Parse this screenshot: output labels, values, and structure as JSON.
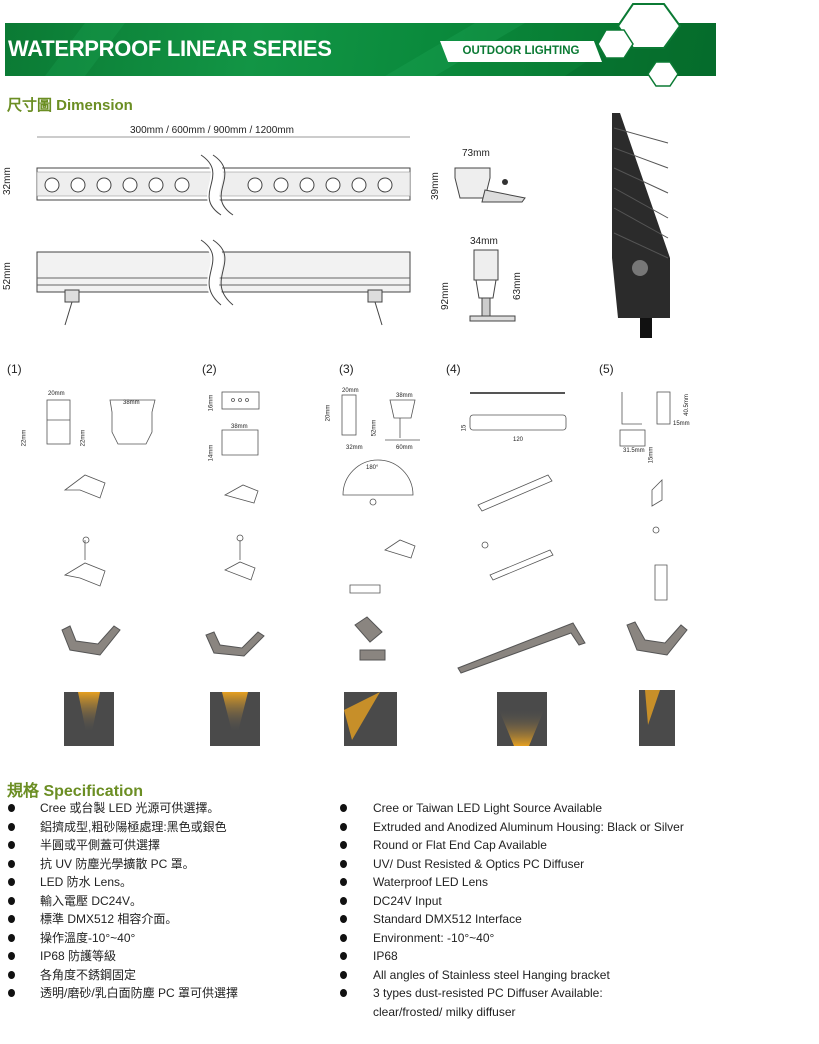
{
  "header": {
    "title": "WATERPROOF LINEAR SERIES",
    "tag": "OUTDOOR LIGHTING",
    "colors": {
      "green": "#0b7a34",
      "section": "#6b8e23"
    }
  },
  "dimension": {
    "heading": "尺寸圖 Dimension",
    "length_label": "300mm / 600mm / 900mm / 1200mm",
    "front_height": "32mm",
    "side_height": "52mm",
    "end_width": "73mm",
    "end_height": "39mm",
    "bracket_width": "34mm",
    "bracket_total": "92mm",
    "bracket_height": "63mm"
  },
  "accessories": [
    {
      "label": "(1)",
      "dims": [
        "20mm",
        "22mm",
        "38mm",
        "22mm"
      ]
    },
    {
      "label": "(2)",
      "dims": [
        "16mm",
        "38mm",
        "14mm"
      ]
    },
    {
      "label": "(3)",
      "dims": [
        "20mm",
        "20mm",
        "38mm",
        "52mm",
        "32mm",
        "60mm",
        "180°"
      ]
    },
    {
      "label": "(4)",
      "dims": [
        "15",
        "120"
      ]
    },
    {
      "label": "(5)",
      "dims": [
        "40.5mm",
        "15mm",
        "31.5mm",
        "15mm"
      ]
    }
  ],
  "specification": {
    "heading": "規格  Specification",
    "zh": [
      "Cree 或台製 LED  光源可供選擇。",
      "鋁擠成型,粗砂陽極處理:黑色或銀色",
      "半圓或平側蓋可供選擇",
      "抗 UV 防塵光學擴散 PC 罩。",
      "LED 防水 Lens。",
      "輸入電壓 DC24V。",
      "標準 DMX512 相容介面。",
      "操作溫度-10°~40°",
      "IP68 防護等級",
      "各角度不銹鋼固定",
      "透明/磨砂/乳白面防塵 PC 罩可供選擇"
    ],
    "en": [
      "Cree or Taiwan LED Light Source Available",
      "Extruded and Anodized Aluminum Housing: Black or Silver",
      "Round or Flat End Cap Available",
      "UV/ Dust Resisted & Optics PC Diffuser",
      "Waterproof LED Lens",
      "DC24V Input",
      "Standard DMX512 Interface",
      "Environment: -10°~40°",
      "IP68",
      "All angles of Stainless steel Hanging bracket",
      "3 types dust-resisted PC Diffuser Available:",
      "clear/frosted/ milky diffuser"
    ]
  }
}
